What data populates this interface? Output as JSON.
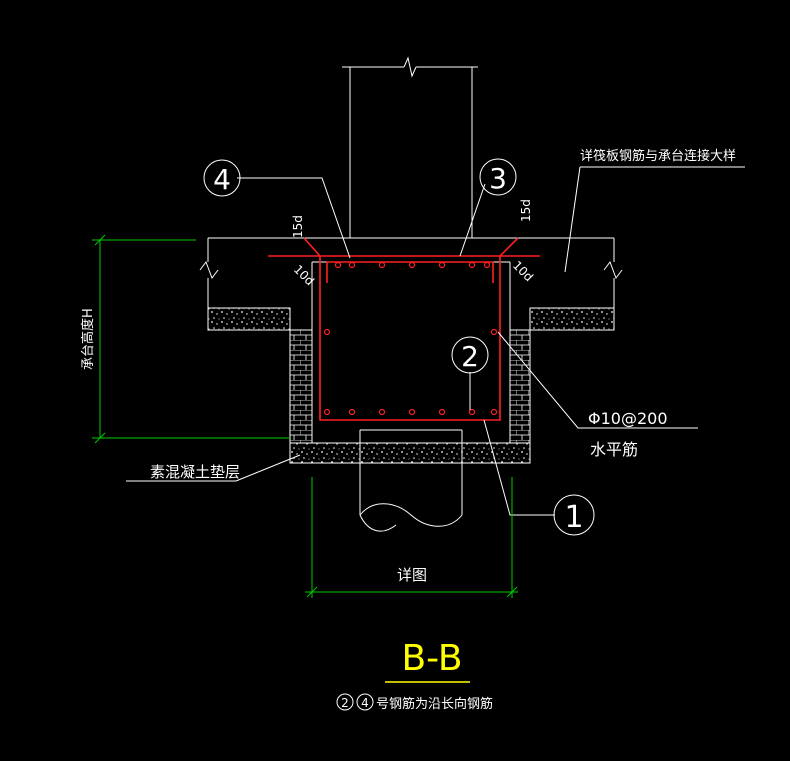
{
  "colors": {
    "background": "#000000",
    "line": "#ffffff",
    "rebar": "#ff2020",
    "dimension": "#00cc00",
    "title": "#ffff00"
  },
  "labels": {
    "detail_ref": "详筏板钢筋与承台连接大样",
    "anchor_left": "15d",
    "anchor_right": "15d",
    "bend_left": "10d",
    "bend_right": "10d",
    "cap_height": "承台高度H",
    "stirrup_spec": "Φ10@200",
    "stirrup_desc": "水平筋",
    "cushion": "素混凝土垫层",
    "width_dim": "详图"
  },
  "markers": {
    "m1": "1",
    "m2": "2",
    "m3": "3",
    "m4": "4"
  },
  "title": {
    "main": "B-B",
    "note_m1": "2",
    "note_m2": "4",
    "note_text": "号钢筋为沿长向钢筋"
  }
}
